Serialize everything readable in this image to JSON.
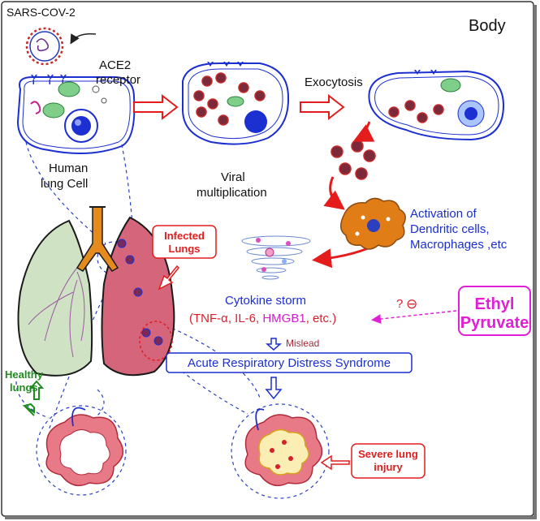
{
  "labels": {
    "virus_name": "SARS-COV-2",
    "region": "Body",
    "receptor_line1": "ACE2",
    "receptor_line2": "receptor",
    "exocytosis": "Exocytosis",
    "human_line1": "Human",
    "human_line2": "lung Cell",
    "viral_line1": "Viral",
    "viral_line2": "multiplication",
    "activation_line1": "Activation of",
    "activation_line2": "Dendritic cells,",
    "activation_line3": "Macrophages ,etc",
    "infected_line1": "Infected",
    "infected_line2": "Lungs",
    "cytokine_title": "Cytokine storm",
    "cytokine_open": "(TNF-α, IL-6, ",
    "cytokine_hmgb1": "HMGB1",
    "cytokine_close": ", etc.)",
    "query": "?",
    "inhibit_symbol": "⊖",
    "ep_line1": "Ethyl",
    "ep_line2": "Pyruvate",
    "mislead": "Mislead",
    "ards": "Acute Respiratory Distress Syndrome",
    "healthy_line1": "Healthy",
    "healthy_line2": "lungs",
    "severe_line1": "Severe lung",
    "severe_line2": "injury"
  },
  "colors": {
    "membrane": "#1c2fd0",
    "arrow_red": "#e41c1c",
    "lung_pink": "#d4657a",
    "lung_green": "#cfe3c4",
    "trachea": "#e58a1c",
    "macrophage": "#e07d17",
    "ethyl_pyruvate": "#e11fd6",
    "healthy_green": "#1f8c1f",
    "text_blue": "#1a2fd1",
    "hmgb1": "#d21fc8"
  }
}
